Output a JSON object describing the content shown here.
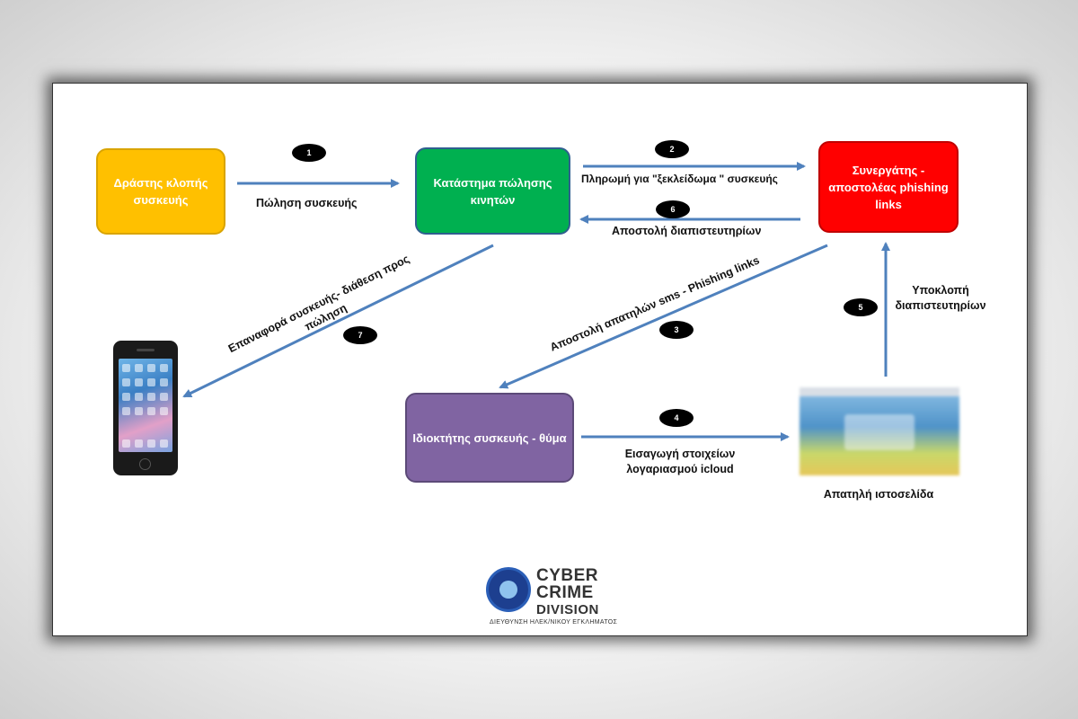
{
  "nodes": {
    "thief": "Δράστης  κλοπής συσκευής",
    "store": "Κατάστημα πώλησης κινητών",
    "partner": "Συνεργάτης - αποστολέας phishing links",
    "owner": "Ιδιοκτήτης συσκευής - θύμα",
    "fake_site": "Απατηλή ιστοσελίδα"
  },
  "edges": {
    "sale": "Πώληση συσκευής",
    "payment": "Πληρωμή για \"ξεκλείδωμα \" συσκευής",
    "credentials_send": "Αποστολή διαπιστευτηρίων",
    "restore_line1": "Επαναφορά συσκευής- διάθεση προς",
    "restore_line2": "πώληση",
    "sms": "Αποστολή απατηλών sms - Phishing links",
    "entry_line1": "Εισαγωγή στοιχείων",
    "entry_line2": "λογαριασμού icloud",
    "theft_line1": "Υποκλοπή",
    "theft_line2": "διαπιστευτηρίων"
  },
  "steps": [
    "1",
    "2",
    "3",
    "4",
    "5",
    "6",
    "7"
  ],
  "logo": {
    "line1": "CYBER",
    "line2": "CRIME",
    "line3": "DIVISION",
    "subtitle": "ΔΙΕΥΘΥΝΣΗ ΗΛΕΚ/ΝΙΚΟΥ ΕΓΚΛΗΜΑΤΟΣ"
  },
  "colors": {
    "thief": "#FFC000",
    "store": "#00B050",
    "partner": "#FF0000",
    "owner": "#8064A2",
    "arrow": "#4F81BD"
  }
}
